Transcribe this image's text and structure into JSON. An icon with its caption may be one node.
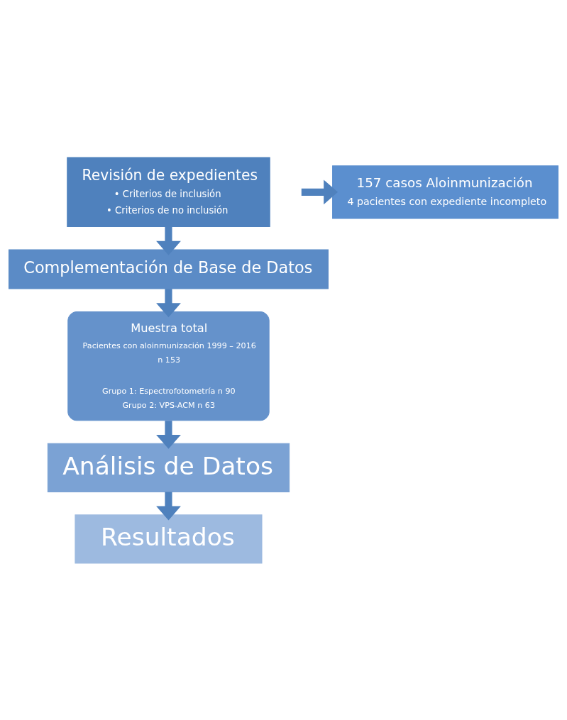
{
  "diagram": {
    "nodes": [
      {
        "text": [
          "Revisión de expedientes",
          "• Criterios de inclusión",
          "• Criterios de no inclusión"
        ]
      },
      {
        "text": [
          "Complementación de Base de Datos"
        ]
      },
      {
        "text": [
          "Muestra total",
          "Pacientes con aloinmunización 1999 – 2016",
          "n 153",
          "Grupo 1: Espectrofotometría n 90",
          "Grupo 2: VPS-ACM n 63"
        ]
      },
      {
        "text": [
          "Análisis de Datos"
        ]
      },
      {
        "text": [
          "Resultados"
        ]
      },
      {
        "text": [
          "157 casos Aloinmunización",
          "4 pacientes con expediente incompleto"
        ]
      }
    ],
    "edges": [
      {
        "from": 0,
        "to": 1,
        "arrow": "to"
      },
      {
        "from": 1,
        "to": 2,
        "arrow": "to"
      },
      {
        "from": 2,
        "to": 3,
        "arrow": "to"
      },
      {
        "from": 3,
        "to": 4,
        "arrow": "to"
      },
      {
        "from": null,
        "to": 5,
        "arrow": "to"
      }
    ]
  }
}
